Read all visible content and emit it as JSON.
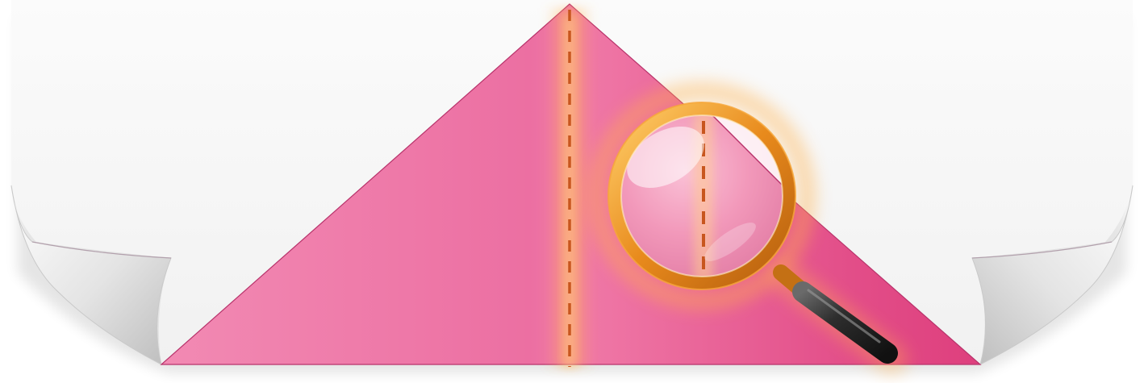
{
  "scene": {
    "subject": "folded-paper-triangle-with-magnifier",
    "colors": {
      "background": "#ffffff",
      "paper": "#f7f7f7",
      "triangle_light": "#f07aa8",
      "triangle_dark": "#e0407e",
      "fold_line": "#c8561e",
      "glow": "#ffb04a",
      "lens_rim": "#e88a1c",
      "handle": "#2e2e2e"
    },
    "icons": [
      "magnifying-glass-icon",
      "dashed-fold-line",
      "curled-page-corner"
    ]
  }
}
